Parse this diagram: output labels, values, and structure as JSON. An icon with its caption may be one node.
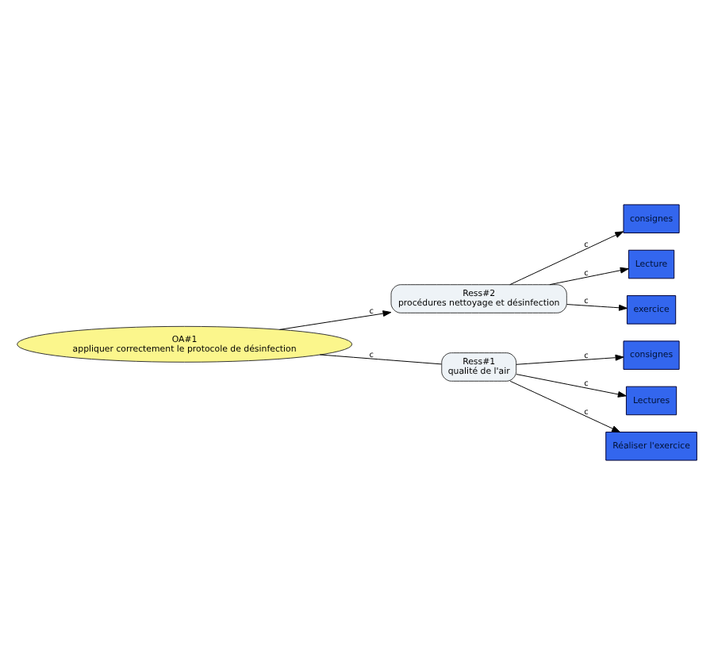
{
  "diagram": {
    "nodes": [
      {
        "text": [
          "Ress#2",
          "procédures nettoyage et désinfection"
        ]
      },
      {
        "text": [
          "consignes"
        ]
      },
      {
        "text": [
          "Lecture"
        ]
      },
      {
        "text": [
          "exercice"
        ]
      },
      {
        "text": [
          "OA#1",
          "appliquer correctement le protocole de désinfection"
        ]
      },
      {
        "text": [
          "consignes"
        ]
      },
      {
        "text": [
          "Ress#1",
          "qualité de l'air"
        ]
      },
      {
        "text": [
          "Lectures"
        ]
      },
      {
        "text": [
          "Réaliser l'exercice"
        ]
      }
    ],
    "edges": [
      {
        "from": 4,
        "to": 0,
        "arrow": "to",
        "label": "c"
      },
      {
        "from": 0,
        "to": 1,
        "arrow": "to",
        "label": "c"
      },
      {
        "from": 0,
        "to": 2,
        "arrow": "to",
        "label": "c"
      },
      {
        "from": 0,
        "to": 3,
        "arrow": "to",
        "label": "c"
      },
      {
        "from": 4,
        "to": 6,
        "arrow": "none",
        "label": "c"
      },
      {
        "from": 6,
        "to": 5,
        "arrow": "to",
        "label": "c"
      },
      {
        "from": 6,
        "to": 7,
        "arrow": "to",
        "label": "c"
      },
      {
        "from": 6,
        "to": 8,
        "arrow": "to",
        "label": "c"
      }
    ]
  }
}
